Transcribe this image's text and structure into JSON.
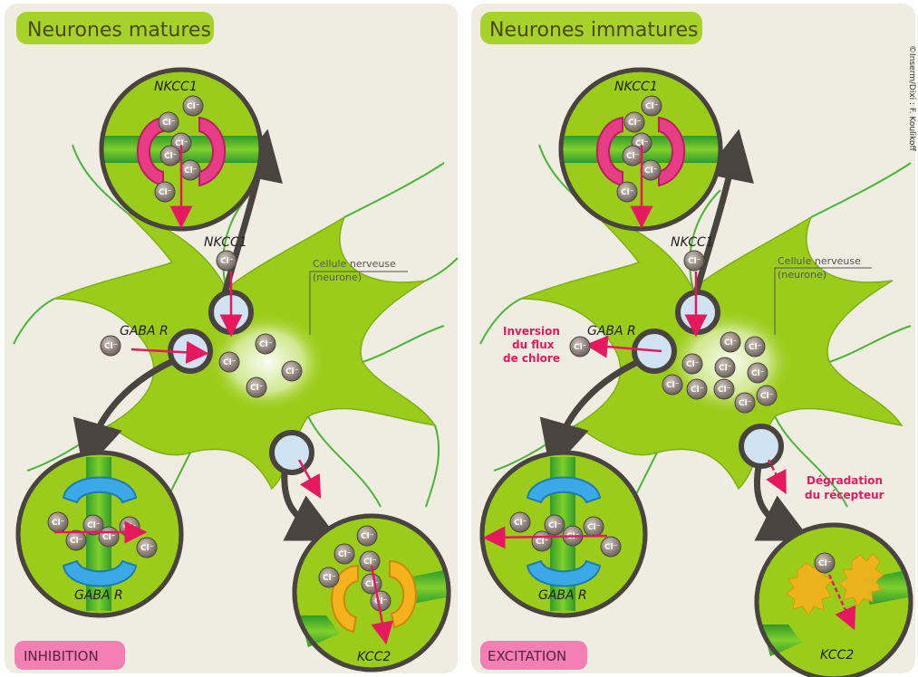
{
  "panels": {
    "left": {
      "title": "Neurones matures",
      "footer": "INHIBITION",
      "labels": {
        "nkcc1_top": "NKCC1",
        "nkcc1_mid": "NKCC1",
        "gaba_mid": "GABA R",
        "gaba_bottom": "GABA R",
        "kcc2": "KCC2",
        "cell": "Cellule nerveuse",
        "cell_sub": "(neurone)"
      }
    },
    "right": {
      "title": "Neurones immatures",
      "footer": "EXCITATION",
      "labels": {
        "nkcc1_top": "NKCC1",
        "nkcc1_mid": "NKCC1",
        "gaba_mid": "GABA R",
        "gaba_bottom": "GABA R",
        "kcc2": "KCC2",
        "cell": "Cellule nerveuse",
        "cell_sub": "(neurone)",
        "inversion_1": "Inversion",
        "inversion_2": "du flux",
        "inversion_3": "de chlore",
        "degradation_1": "Dégradation",
        "degradation_2": "du récepteur"
      }
    }
  },
  "ion_label": "Cl⁻",
  "credit": "©Inserm/Dixi : F. Koulikoff",
  "colors": {
    "panel_bg": "#efece2",
    "neuron": "#9ccc1a",
    "title_bg": "#a7d22a",
    "footer_bg": "#f37fb3",
    "arrow": "#e6195f",
    "nkcc1": "#e83d86",
    "gaba": "#3aa9e6",
    "kcc2": "#f5b21c"
  }
}
